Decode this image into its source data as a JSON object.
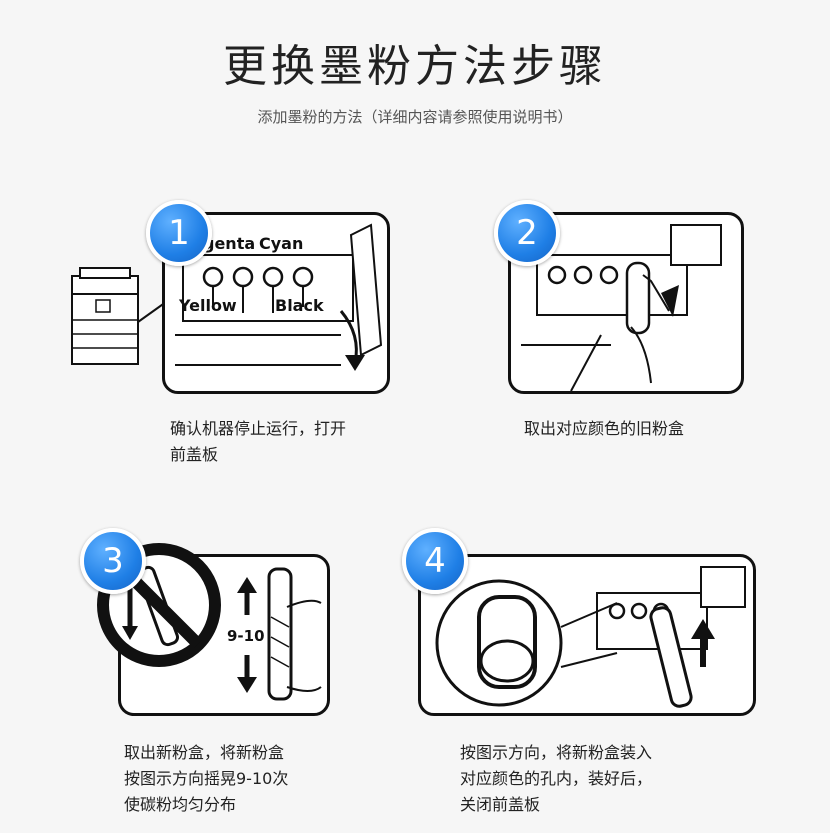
{
  "header": {
    "title": "更换墨粉方法步骤",
    "subtitle": "添加墨粉的方法（详细内容请参照使用说明书）"
  },
  "steps": [
    {
      "number": "1",
      "caption": "确认机器停止运行，打开\n前盖板",
      "toner_labels": [
        "genta",
        "Cyan",
        "Yellow",
        "Black"
      ]
    },
    {
      "number": "2",
      "caption": "取出对应颜色的旧粉盒"
    },
    {
      "number": "3",
      "caption": "取出新粉盒，将新粉盒\n按图示方向摇晃9-10次\n使碳粉均匀分布",
      "shake_label": "9-10"
    },
    {
      "number": "4",
      "caption": "按图示方向，将新粉盒装入\n对应颜色的孔内，装好后，\n关闭前盖板"
    }
  ],
  "colors": {
    "badge": "#1f7fe6",
    "line": "#111111",
    "background": "#f6f6f6"
  }
}
